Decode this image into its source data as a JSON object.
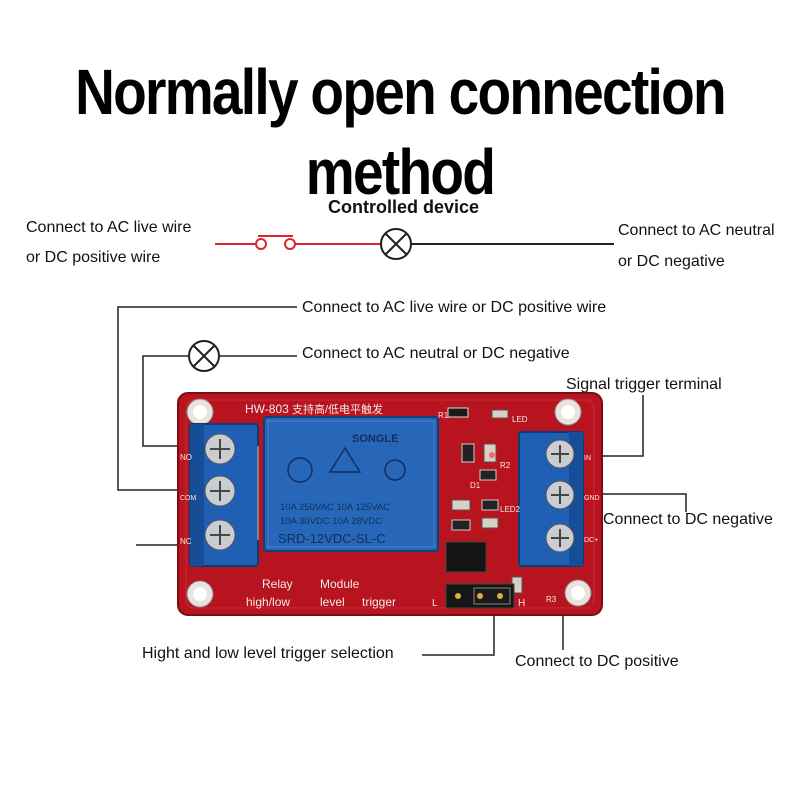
{
  "title": "Normally open connection method",
  "top_circuit": {
    "left_label_line1": "Connect to AC live  wire",
    "left_label_line2": "or DC positive wire",
    "device_label": "Controlled device",
    "right_label_line1": "Connect to AC neutral",
    "right_label_line2": "or DC negative"
  },
  "module_labels": {
    "ac_live": "Connect to AC live  wire or DC positive wire",
    "ac_neutral": "Connect to AC neutral or DC negative",
    "signal_trigger": "Signal trigger terminal",
    "dc_negative": "Connect to DC negative",
    "trigger_selection": "Hight and low level trigger selection",
    "dc_positive": "Connect to DC positive"
  },
  "pcb": {
    "model": "HW-803",
    "chinese_text": "支持高/低电平触发",
    "relay_brand": "SONGLE",
    "relay_line1": "10A 250VAC  10A 125VAC",
    "relay_line2": "10A  30VDC  10A  28VDC",
    "relay_model": "SRD-12VDC-SL-C",
    "silk_relay": "Relay",
    "silk_module": "Module",
    "silk_highlow": "high/low",
    "silk_level": "level",
    "silk_trigger": "trigger",
    "silk_L": "L",
    "silk_H": "H",
    "silk_R1": "R1",
    "silk_R2": "R2",
    "silk_R3": "R3",
    "silk_D1": "D1",
    "silk_LED": "LED",
    "silk_LED2": "LED2",
    "silk_NO": "NO",
    "silk_COM": "COM",
    "silk_NC": "NC",
    "silk_IN": "IN",
    "silk_GND": "GND",
    "silk_DC": "DC+"
  },
  "colors": {
    "wire_red": "#e0242a",
    "pcb_red": "#b8141f",
    "terminal_blue": "#1f5fb4",
    "relay_blue": "#2867b8"
  }
}
